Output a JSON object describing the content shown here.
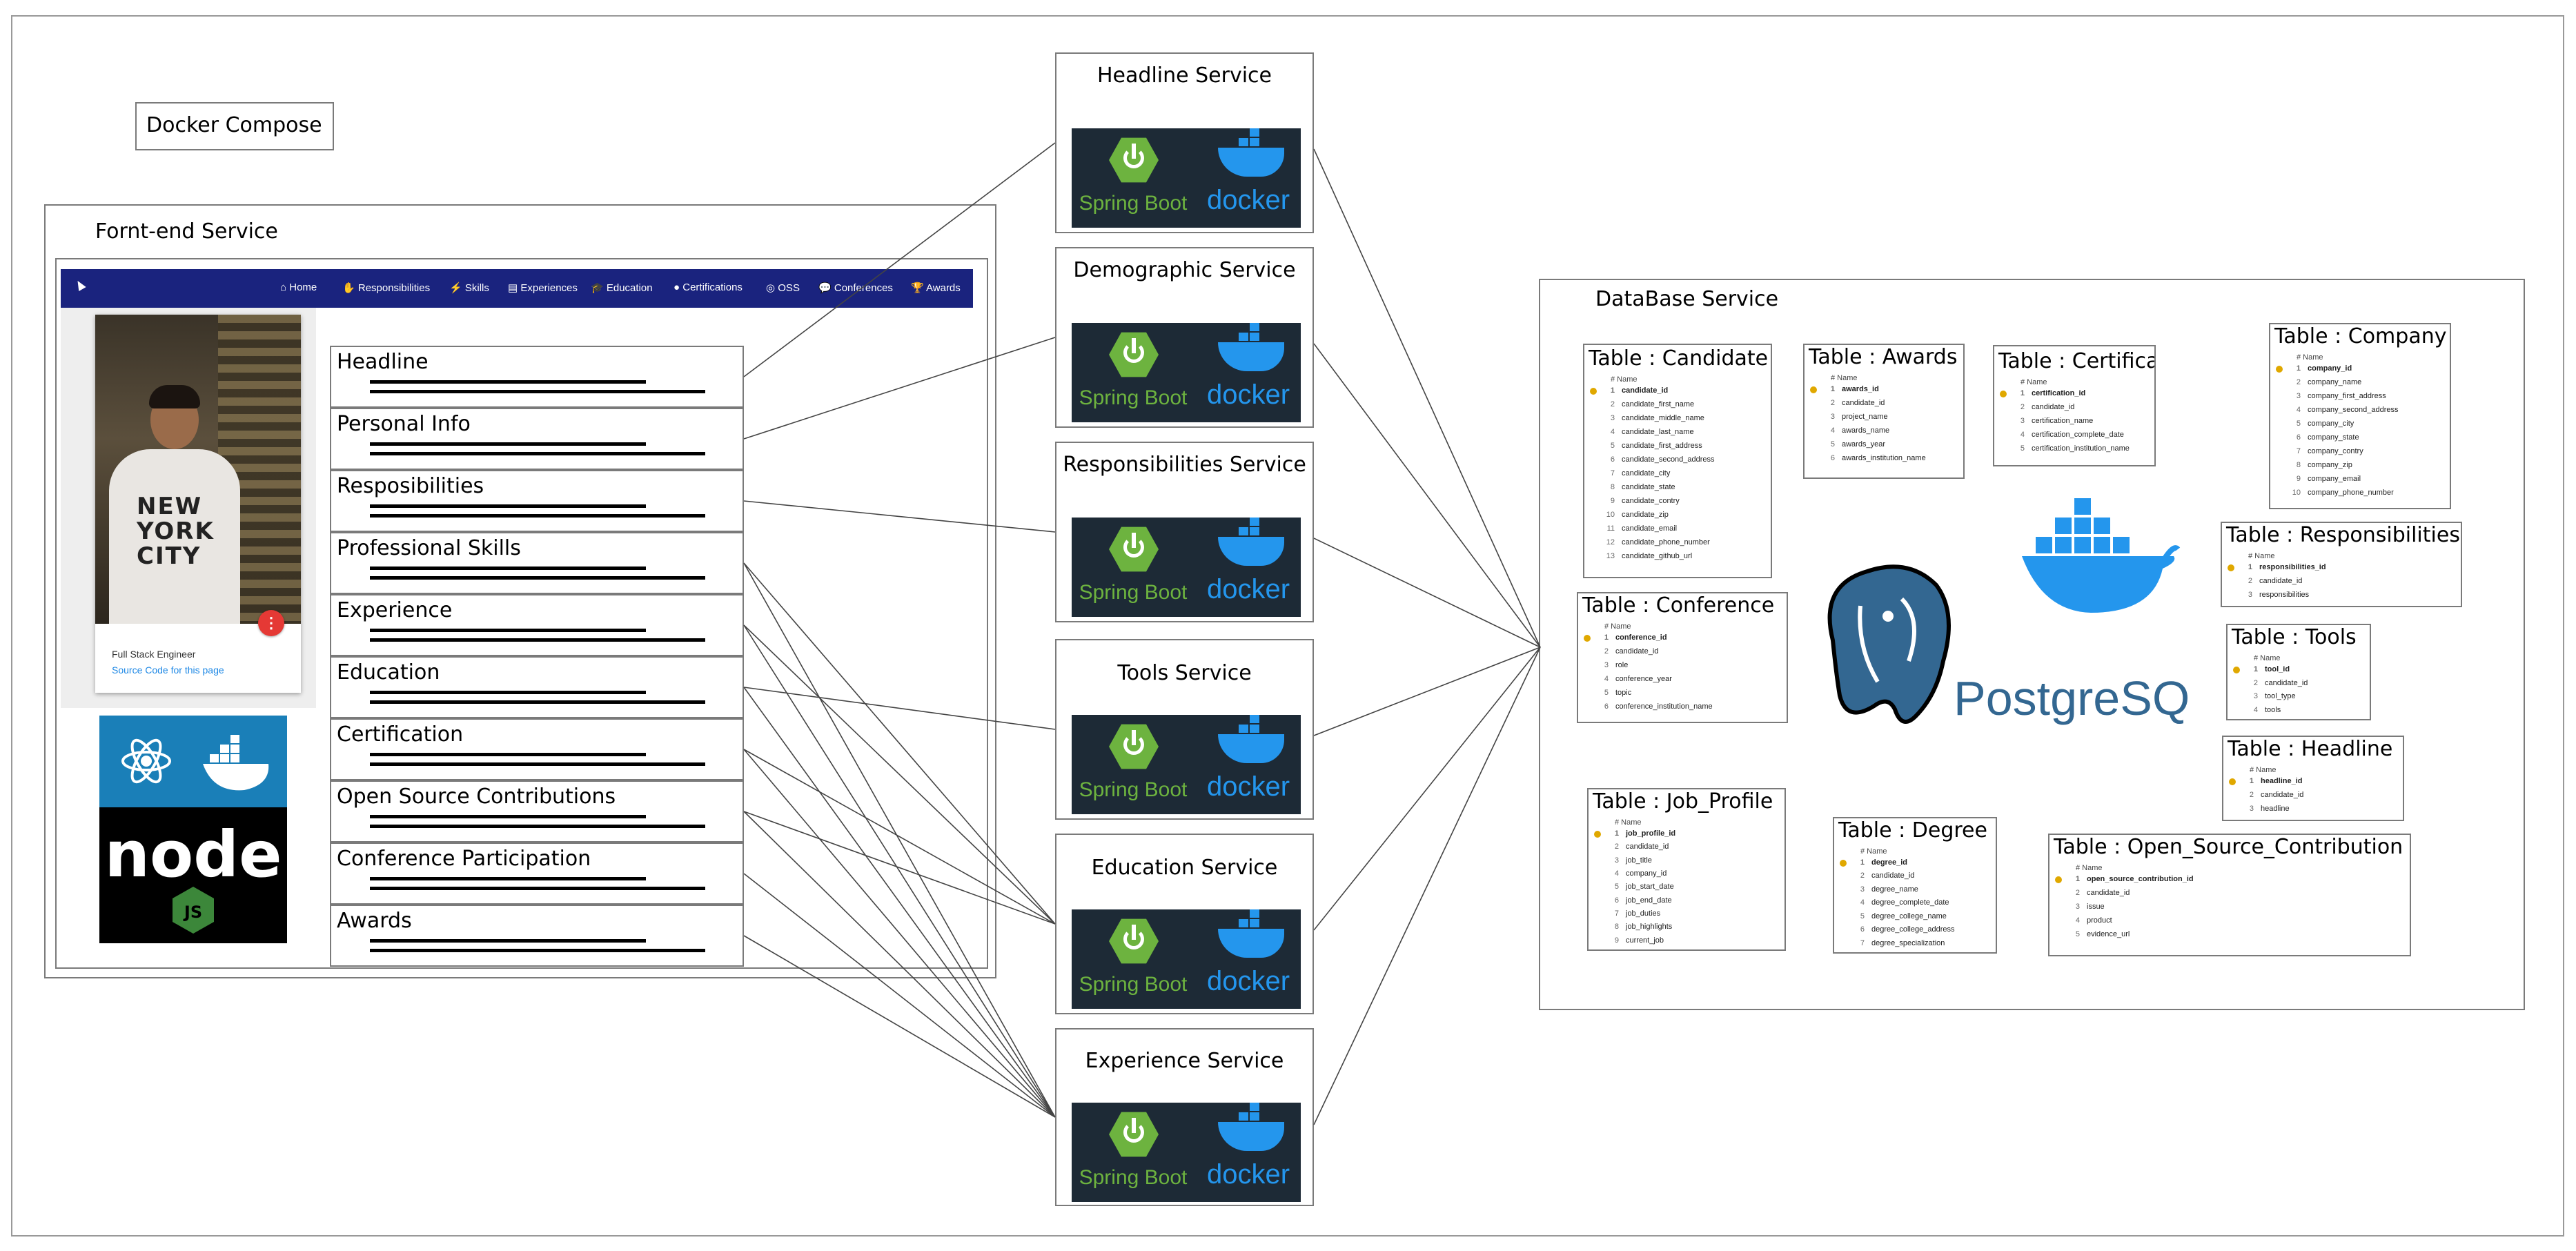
{
  "diagram": {
    "docker_compose_label": "Docker Compose",
    "frontend": {
      "title": "Fornt-end Service",
      "nav": [
        {
          "icon": "home-icon",
          "glyph": "⌂",
          "label": "Home"
        },
        {
          "icon": "responsibilities-icon",
          "glyph": "✋",
          "label": "Responsibilities"
        },
        {
          "icon": "skills-icon",
          "glyph": "⚡",
          "label": "Skills"
        },
        {
          "icon": "experiences-icon",
          "glyph": "▤",
          "label": "Experiences"
        },
        {
          "icon": "education-icon",
          "glyph": "🎓",
          "label": "Education"
        },
        {
          "icon": "certifications-icon",
          "glyph": "●",
          "label": "Certifications"
        },
        {
          "icon": "oss-icon",
          "glyph": "◎",
          "label": "OSS"
        },
        {
          "icon": "conferences-icon",
          "glyph": "💬",
          "label": "Conferences"
        },
        {
          "icon": "awards-icon",
          "glyph": "🏆",
          "label": "Awards"
        }
      ],
      "profile": {
        "shirt_text": "NEW YORK CITY",
        "subtitle": "Full Stack Engineer",
        "link": "Source Code for this page"
      },
      "sections": [
        "Headline",
        "Personal Info",
        "Resposibilities",
        "Professional Skills",
        "Experience",
        "Education",
        "Certification",
        "Open Source Contributions",
        "Conference Participation",
        "Awards"
      ]
    },
    "services": [
      {
        "title": "Headline Service",
        "spring": "Spring Boot",
        "docker": "docker"
      },
      {
        "title": "Demographic Service",
        "spring": "Spring Boot",
        "docker": "docker"
      },
      {
        "title": "Responsibilities Service",
        "spring": "Spring Boot",
        "docker": "docker"
      },
      {
        "title": "Tools Service",
        "spring": "Spring Boot",
        "docker": "docker"
      },
      {
        "title": "Education Service",
        "spring": "Spring Boot",
        "docker": "docker"
      },
      {
        "title": "Experience Service",
        "spring": "Spring Boot",
        "docker": "docker"
      }
    ],
    "database": {
      "title": "DataBase Service",
      "postgres_label": "PostgreSQL",
      "column_header": "Name",
      "tables": [
        {
          "title": "Table : Candidate",
          "columns": [
            "candidate_id",
            "candidate_first_name",
            "candidate_middle_name",
            "candidate_last_name",
            "candidate_first_address",
            "candidate_second_address",
            "candidate_city",
            "candidate_state",
            "candidate_contry",
            "candidate_zip",
            "candidate_email",
            "candidate_phone_number",
            "candidate_github_url"
          ]
        },
        {
          "title": "Table : Awards",
          "columns": [
            "awards_id",
            "candidate_id",
            "project_name",
            "awards_name",
            "awards_year",
            "awards_institution_name"
          ]
        },
        {
          "title": "Table : Certification",
          "columns": [
            "certification_id",
            "candidate_id",
            "certification_name",
            "certification_complete_date",
            "certification_institution_name"
          ]
        },
        {
          "title": "Table : Company",
          "columns": [
            "company_id",
            "company_name",
            "company_first_address",
            "company_second_address",
            "company_city",
            "company_state",
            "company_contry",
            "company_zip",
            "company_email",
            "company_phone_number"
          ]
        },
        {
          "title": "Table : Responsibilities",
          "columns": [
            "responsibilities_id",
            "candidate_id",
            "responsibilities"
          ]
        },
        {
          "title": "Table : Conference",
          "columns": [
            "conference_id",
            "candidate_id",
            "role",
            "conference_year",
            "topic",
            "conference_institution_name"
          ]
        },
        {
          "title": "Table : Tools",
          "columns": [
            "tool_id",
            "candidate_id",
            "tool_type",
            "tools"
          ]
        },
        {
          "title": "Table : Headline",
          "columns": [
            "headline_id",
            "candidate_id",
            "headline"
          ]
        },
        {
          "title": "Table : Job_Profile",
          "columns": [
            "job_profile_id",
            "candidate_id",
            "job_title",
            "company_id",
            "job_start_date",
            "job_end_date",
            "job_duties",
            "job_highlights",
            "current_job"
          ]
        },
        {
          "title": "Table : Degree",
          "columns": [
            "degree_id",
            "candidate_id",
            "degree_name",
            "degree_complete_date",
            "degree_college_name",
            "degree_college_address",
            "degree_specialization"
          ]
        },
        {
          "title": "Table : Open_Source_Contribution",
          "columns": [
            "open_source_contribution_id",
            "candidate_id",
            "issue",
            "product",
            "evidence_url"
          ]
        }
      ]
    }
  }
}
